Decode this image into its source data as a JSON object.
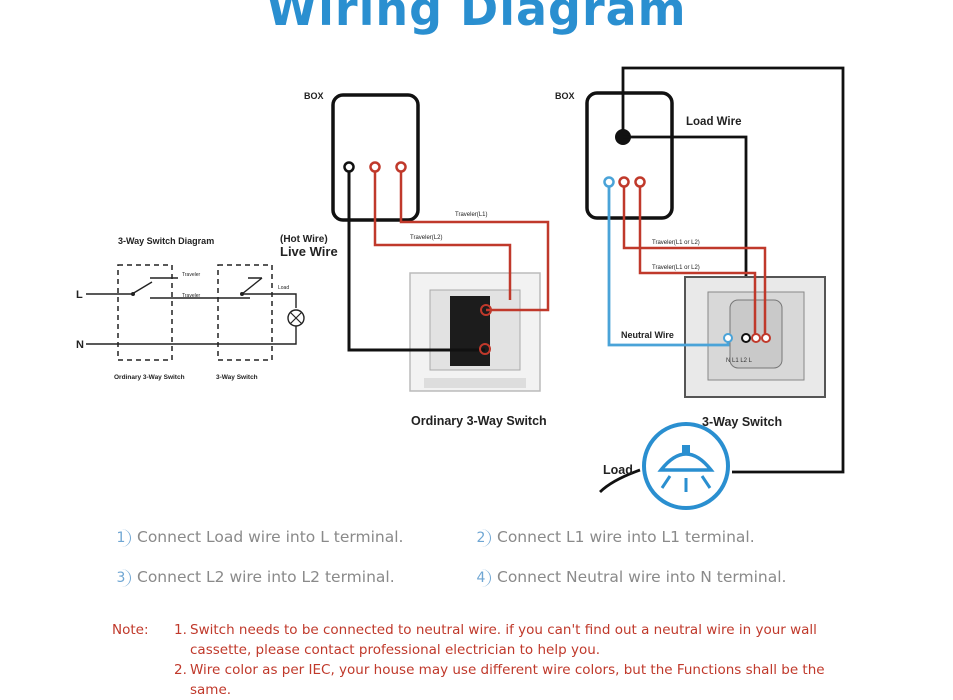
{
  "title": "Wiring Diagram",
  "labels": {
    "box_left": "BOX",
    "box_right": "BOX",
    "load_wire": "Load Wire",
    "traveler_l1": "Traveler(L1)",
    "traveler_l2": "Traveler(L2)",
    "traveler_a": "Traveler(L1 or L2)",
    "traveler_b": "Traveler(L1 or L2)",
    "hot_wire": "(Hot Wire)",
    "live_wire": "Live Wire",
    "neutral_wire": "Neutral Wire",
    "switch_diagram": "3-Way Switch Diagram",
    "traveler_small_1": "Traveler",
    "traveler_small_2": "Traveler",
    "load_small": "Load",
    "l": "L",
    "n": "N",
    "ordinary_small": "Ordinary 3-Way Switch",
    "three_way_small": "3-Way Switch",
    "ordinary_switch": "Ordinary 3-Way Switch",
    "three_way_switch": "3-Way Switch",
    "load": "Load"
  },
  "steps": [
    {
      "num": "1",
      "text": "Connect Load wire into L terminal."
    },
    {
      "num": "2",
      "text": "Connect L1 wire into L1 terminal."
    },
    {
      "num": "3",
      "text": "Connect L2 wire into L2 terminal."
    },
    {
      "num": "4",
      "text": "Connect Neutral wire into N terminal."
    }
  ],
  "note": {
    "prefix": "Note:",
    "items": [
      {
        "num": "1.",
        "text": "Switch needs to be connected to neutral wire. if you can't find out a neutral wire in your wall cassette, please contact professional electrician to help you."
      },
      {
        "num": "2.",
        "text": "Wire color as per IEC, your house may use different wire colors, but the Functions shall be the same."
      }
    ]
  },
  "colors": {
    "title": "#2a8fd0",
    "red_wire": "#c0392b",
    "blue_wire": "#4aa3d8",
    "black_wire": "#111111",
    "note": "#c0392b"
  }
}
